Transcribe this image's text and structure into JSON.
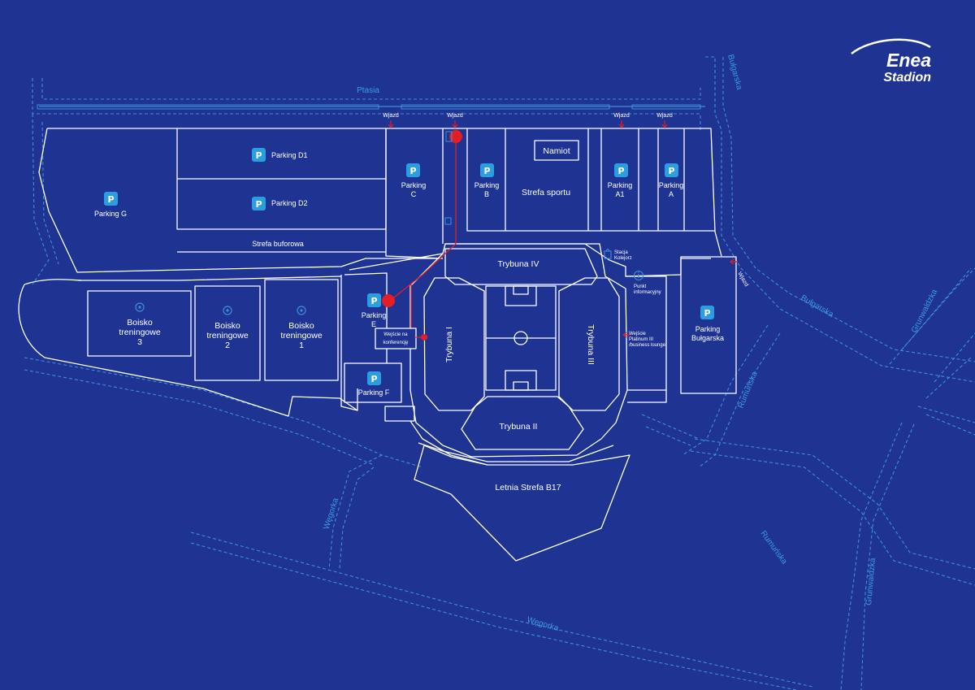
{
  "logo": {
    "line1": "Enea",
    "line2": "Stadion"
  },
  "streets": {
    "ptasia": "Ptasia",
    "bulgarska_top": "Bułgarska",
    "bulgarska_right": "Bułgarska",
    "grunwaldzka_top": "Grunwaldzka",
    "grunwaldzka_bottom": "Grunwaldzka",
    "rumunska_top": "Rumuńska",
    "rumunska_bottom": "Rumuńska",
    "wegorka_left": "Węgorka",
    "wegorka_bottom": "Węgorka"
  },
  "entries": {
    "wjazd_1": "Wjazd",
    "wjazd_2": "Wjazd",
    "wjazd_3": "Wjazd",
    "wjazd_4": "Wjazd",
    "wjazd_right": "Wjazd"
  },
  "zones": {
    "parking_g": "Parking G",
    "parking_d1": "Parking D1",
    "parking_d2": "Parking D2",
    "strefa_buforowa": "Strefa buforowa",
    "parking_c_1": "Parking",
    "parking_c_2": "C",
    "parking_b_1": "Parking",
    "parking_b_2": "B",
    "namiot": "Namiot",
    "strefa_sportu": "Strefa sportu",
    "parking_a1_1": "Parking",
    "parking_a1_2": "A1",
    "parking_a_1": "Parking",
    "parking_a_2": "A",
    "parking_e_1": "Parking",
    "parking_e_2": "E",
    "parking_f": "Parking F",
    "parking_bulgarska_1": "Parking",
    "parking_bulgarska_2": "Bułgarska",
    "boisko3_1": "Boisko",
    "boisko3_2": "treningowe",
    "boisko3_3": "3",
    "boisko2_1": "Boisko",
    "boisko2_2": "treningowe",
    "boisko2_3": "2",
    "boisko1_1": "Boisko",
    "boisko1_2": "treningowe",
    "boisko1_3": "1",
    "trybuna_1": "Trybuna I",
    "trybuna_2": "Trybuna II",
    "trybuna_3": "Trybuna III",
    "trybuna_4": "Trybuna IV",
    "letnia_strefa": "Letnia Strefa B17",
    "wejscie_konf_1": "Wejście na",
    "wejscie_konf_2": "konferencję",
    "stacja_1": "Stacja",
    "stacja_2": "Kolejorz",
    "punkt_1": "Punkt",
    "punkt_2": "informacyjny",
    "platinum_1": "Wejście",
    "platinum_2": "Platinum III",
    "platinum_3": "/business lounge"
  },
  "parking_glyph": "P",
  "colors": {
    "background": "#1e3392",
    "outline": "#ffffff",
    "street": "#3f8fd6",
    "parking_icon": "#2a9ee0",
    "route": "#e31e24"
  }
}
